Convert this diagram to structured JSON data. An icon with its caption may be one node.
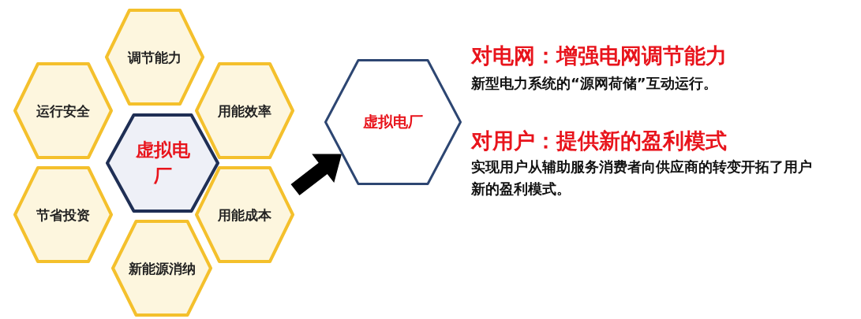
{
  "diagram": {
    "nodes": [
      {
        "text": [
          "调节能力"
        ]
      },
      {
        "text": [
          "运行安全"
        ]
      },
      {
        "text": [
          "用能效率"
        ]
      },
      {
        "text": [
          "虚拟电厂"
        ]
      },
      {
        "text": [
          "节省投资"
        ]
      },
      {
        "text": [
          "用能成本"
        ]
      },
      {
        "text": [
          "新能源消纳"
        ]
      },
      {
        "text": [
          "虚拟电厂"
        ]
      }
    ],
    "edges": [
      {
        "from": null,
        "to": 7,
        "arrow": "to",
        "style": "thick"
      }
    ],
    "labels": [
      "对电网：增强电网调节能力",
      "新型电力系统的“源网荷储”互动运行。",
      "对用户：提供新的盈利模式",
      "实现用户从辅助服务消费者向供应商的转变开拓了用户新的盈利模式。"
    ]
  }
}
